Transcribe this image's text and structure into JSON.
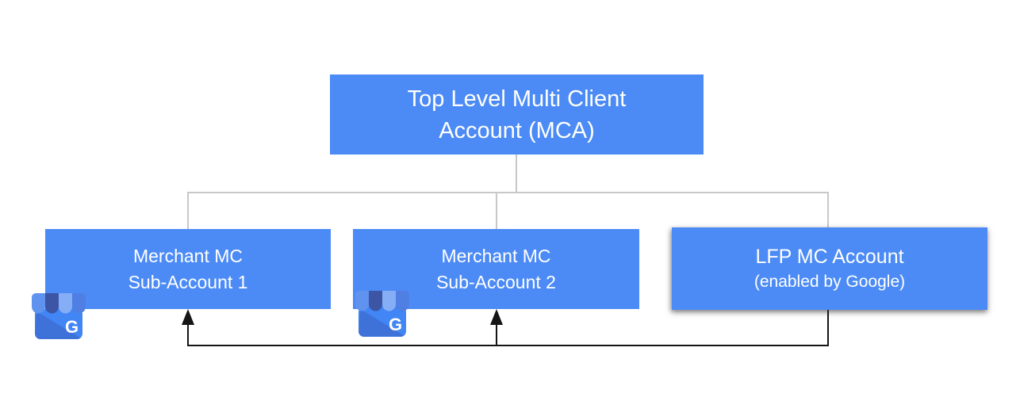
{
  "diagram": {
    "type": "hierarchy",
    "root": {
      "line1": "Top Level Multi Client",
      "line2": "Account (MCA)"
    },
    "children": [
      {
        "id": "merchant-sub-1",
        "line1": "Merchant MC",
        "line2": "Sub-Account 1",
        "icon": "google-business-storefront-icon"
      },
      {
        "id": "merchant-sub-2",
        "line1": "Merchant MC",
        "line2": "Sub-Account 2",
        "icon": "google-business-storefront-icon"
      },
      {
        "id": "lfp-account",
        "line1": "LFP MC Account",
        "line2": "(enabled by Google)",
        "icon": null
      }
    ],
    "edges": [
      {
        "from": "root",
        "to": "merchant-sub-1",
        "style": "tree-line"
      },
      {
        "from": "root",
        "to": "merchant-sub-2",
        "style": "tree-line"
      },
      {
        "from": "root",
        "to": "lfp-account",
        "style": "tree-line"
      },
      {
        "from": "lfp-account",
        "to": "merchant-sub-1",
        "style": "arrow"
      },
      {
        "from": "lfp-account",
        "to": "merchant-sub-2",
        "style": "arrow"
      }
    ],
    "colors": {
      "node_fill": "#4C8BF5",
      "node_text": "#FFFFFF",
      "tree_line": "#C8C8C8",
      "arrow_line": "#151515",
      "icon_body": "#4285F4",
      "icon_body_shade": "#3E72D9",
      "icon_awning_dark": "#3C55A5",
      "icon_awning_light": "#86AEF7",
      "icon_awning_mid": "#6093EF"
    }
  }
}
